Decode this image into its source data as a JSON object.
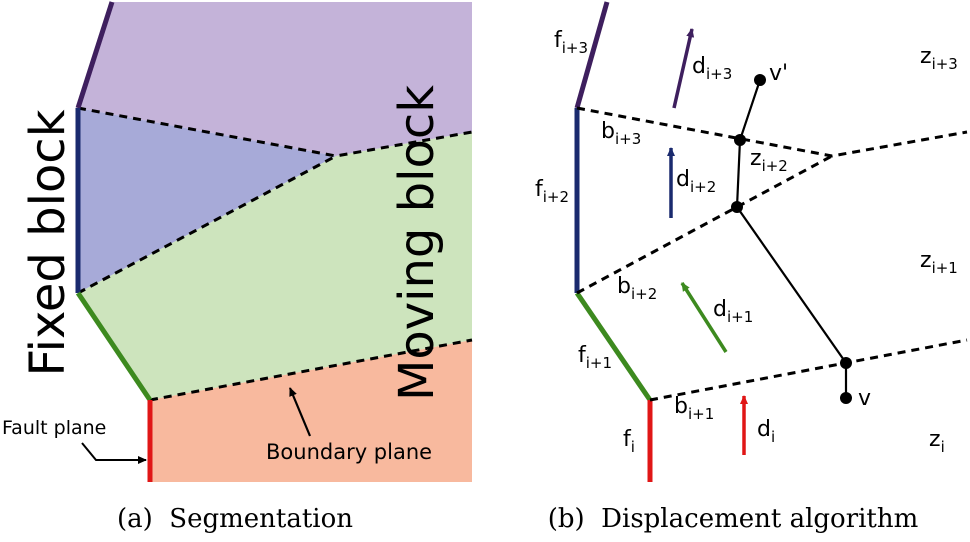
{
  "panel_a": {
    "caption": "(a)  Segmentation",
    "fixed_block_label": "Fixed block",
    "moving_block_label": "Moving block",
    "fault_plane_label": "Fault plane",
    "boundary_plane_label": "Boundary plane"
  },
  "panel_b": {
    "caption": "(b)  Displacement algorithm",
    "fault_segments": [
      {
        "base": "f",
        "sub": "i+3"
      },
      {
        "base": "f",
        "sub": "i+2"
      },
      {
        "base": "f",
        "sub": "i+1"
      },
      {
        "base": "f",
        "sub": "i"
      }
    ],
    "boundaries": [
      {
        "base": "b",
        "sub": "i+3"
      },
      {
        "base": "b",
        "sub": "i+2"
      },
      {
        "base": "b",
        "sub": "i+1"
      }
    ],
    "displacements": [
      {
        "base": "d",
        "sub": "i+3"
      },
      {
        "base": "d",
        "sub": "i+2"
      },
      {
        "base": "d",
        "sub": "i+1"
      },
      {
        "base": "d",
        "sub": "i"
      }
    ],
    "zones": [
      {
        "base": "z",
        "sub": "i+3"
      },
      {
        "base": "z",
        "sub": "i+2"
      },
      {
        "base": "z",
        "sub": "i+1"
      },
      {
        "base": "z",
        "sub": "i"
      }
    ],
    "point_v_prime": "v'",
    "point_v": "v"
  },
  "colors": {
    "purple_zone": "#c4b3d9",
    "blue_zone": "#a7aad8",
    "green_zone": "#cde4bd",
    "red_zone": "#f8b99e",
    "fault_purple": "#3e1f5e",
    "fault_blue": "#1a2a6e",
    "fault_green": "#3d8a1f",
    "fault_red": "#e01616"
  }
}
